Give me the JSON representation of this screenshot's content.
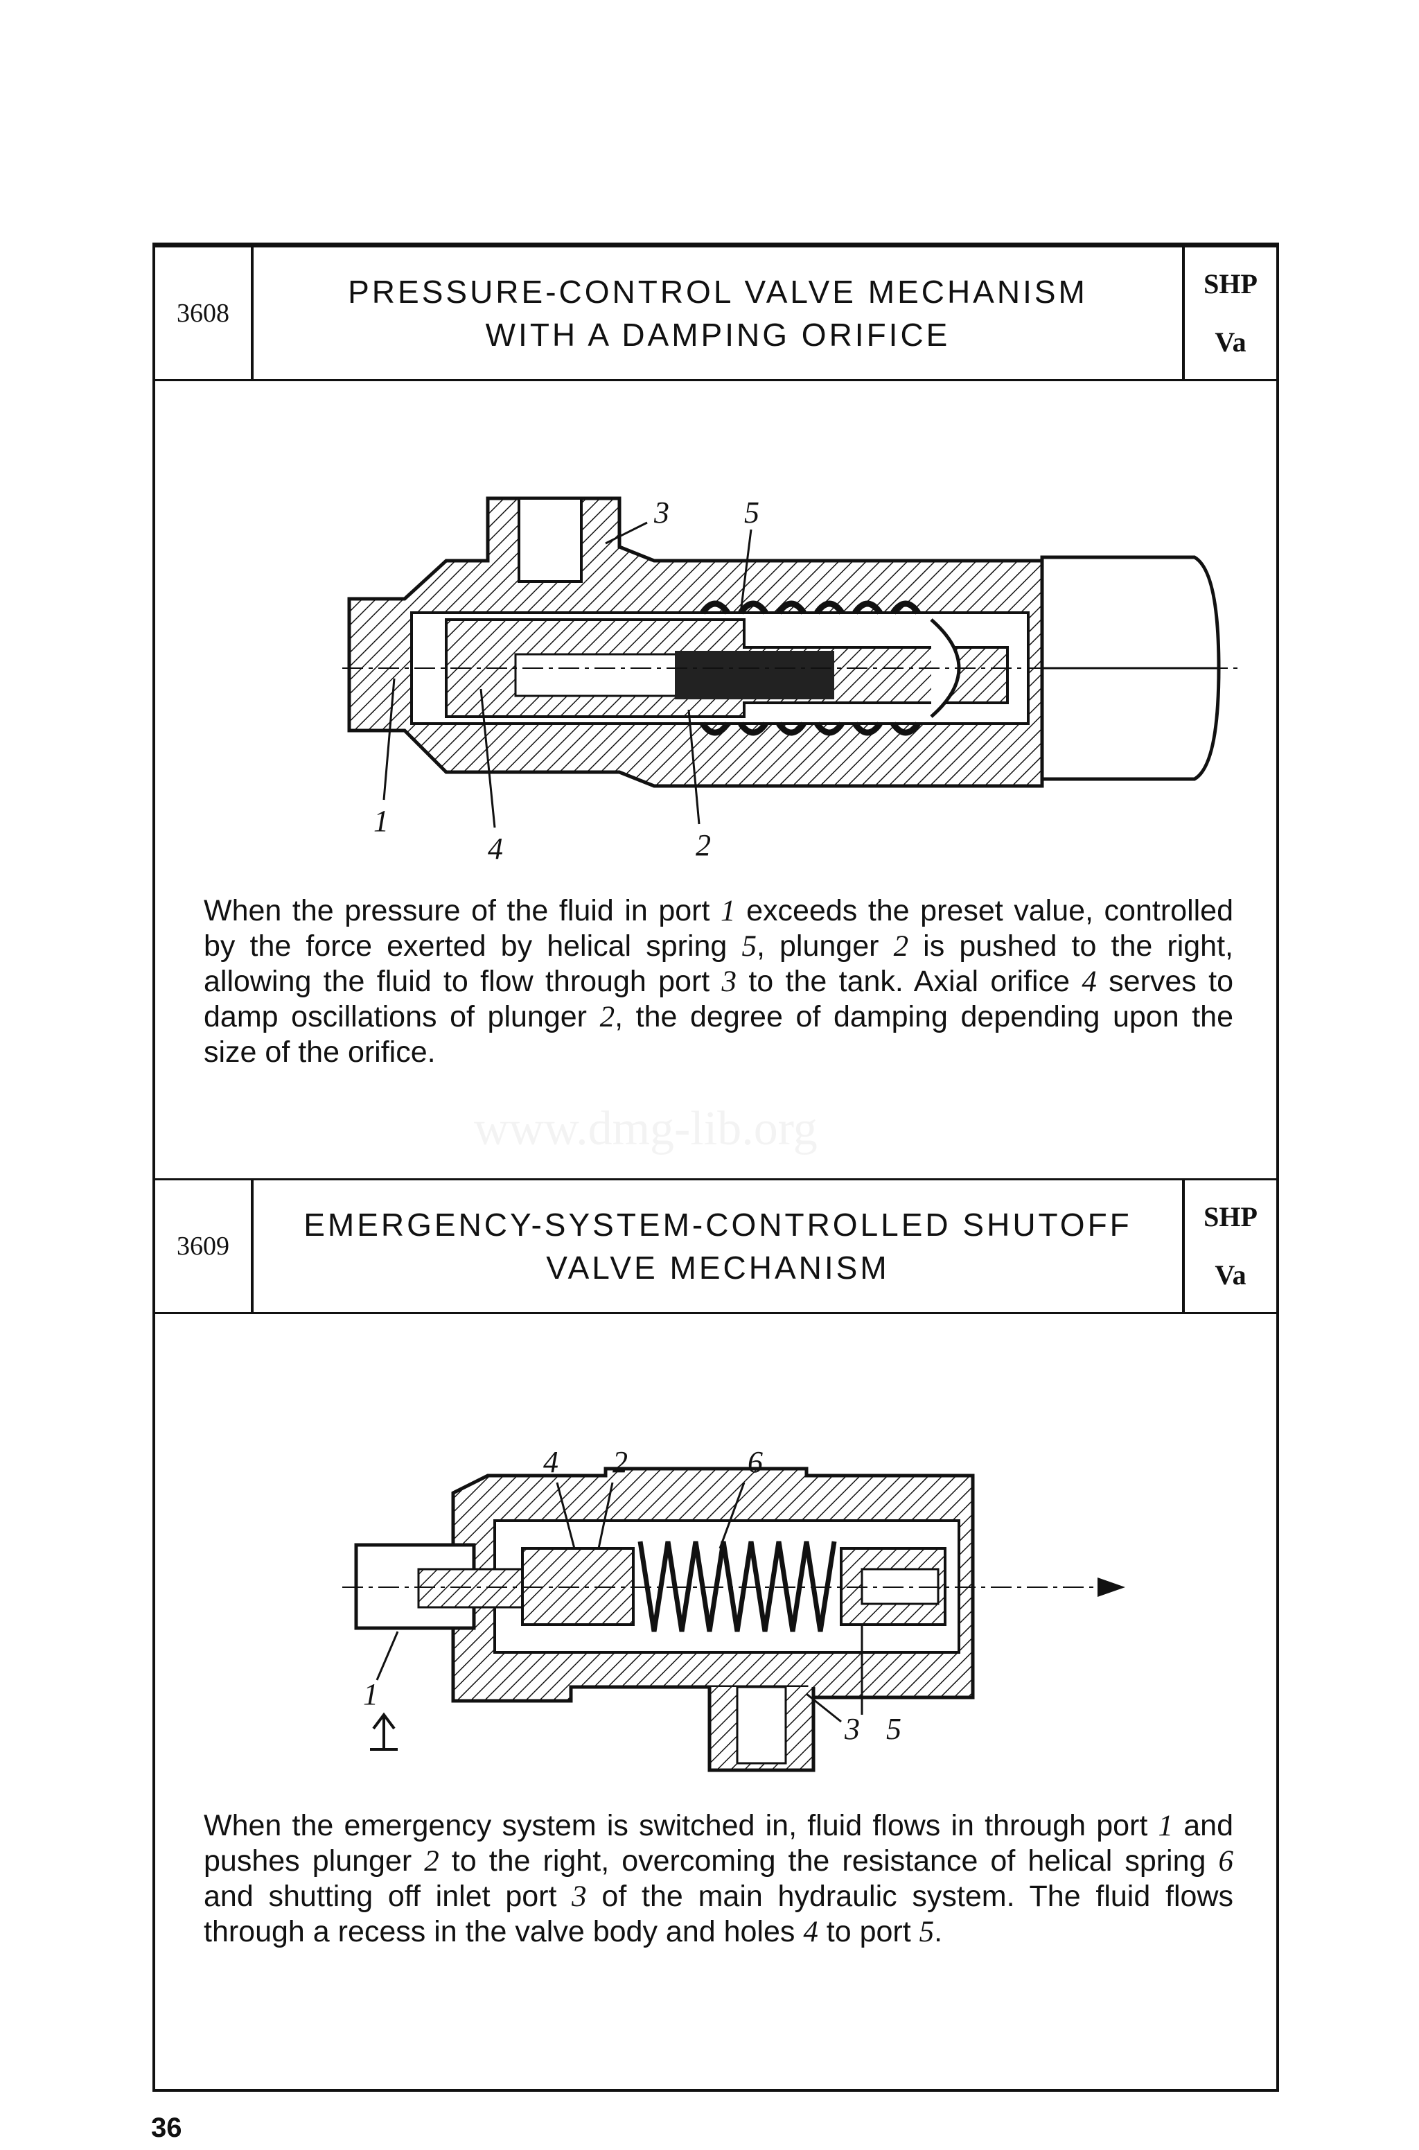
{
  "entries": [
    {
      "number": "3608",
      "title_line1": "PRESSURE-CONTROL VALVE MECHANISM",
      "title_line2": "WITH A DAMPING ORIFICE",
      "tag_line1": "SHP",
      "tag_line2": "Va",
      "labels": {
        "l1": "1",
        "l2": "2",
        "l3": "3",
        "l4": "4",
        "l5": "5"
      },
      "caption": [
        "When the pressure of the fluid in port ",
        "1",
        " exceeds the preset value, controlled by the force exerted by helical spring ",
        "5",
        ", plunger ",
        "2",
        " is pushed to the right, allowing the fluid to flow through port ",
        "3",
        " to the tank. Axial orifice ",
        "4",
        " serves to damp oscillations of plunger ",
        "2",
        ", the degree of damping depending upon the size of the orifice."
      ]
    },
    {
      "number": "3609",
      "title_line1": "EMERGENCY-SYSTEM-CONTROLLED SHUTOFF",
      "title_line2": "VALVE MECHANISM",
      "tag_line1": "SHP",
      "tag_line2": "Va",
      "labels": {
        "l1": "1",
        "l2": "2",
        "l3": "3",
        "l4": "4",
        "l5": "5",
        "l6": "6"
      },
      "caption": [
        "When the emergency system is switched in, fluid flows in through port ",
        "1",
        " and pushes plunger ",
        "2",
        " to the right, overcoming the resistance of helical spring ",
        "6",
        " and shutting off inlet port ",
        "3",
        " of the main hydraulic system. The fluid flows through a recess in the valve body and holes ",
        "4",
        " to port ",
        "5",
        "."
      ]
    }
  ],
  "watermark": "www.dmg-lib.org",
  "page_number": "36"
}
